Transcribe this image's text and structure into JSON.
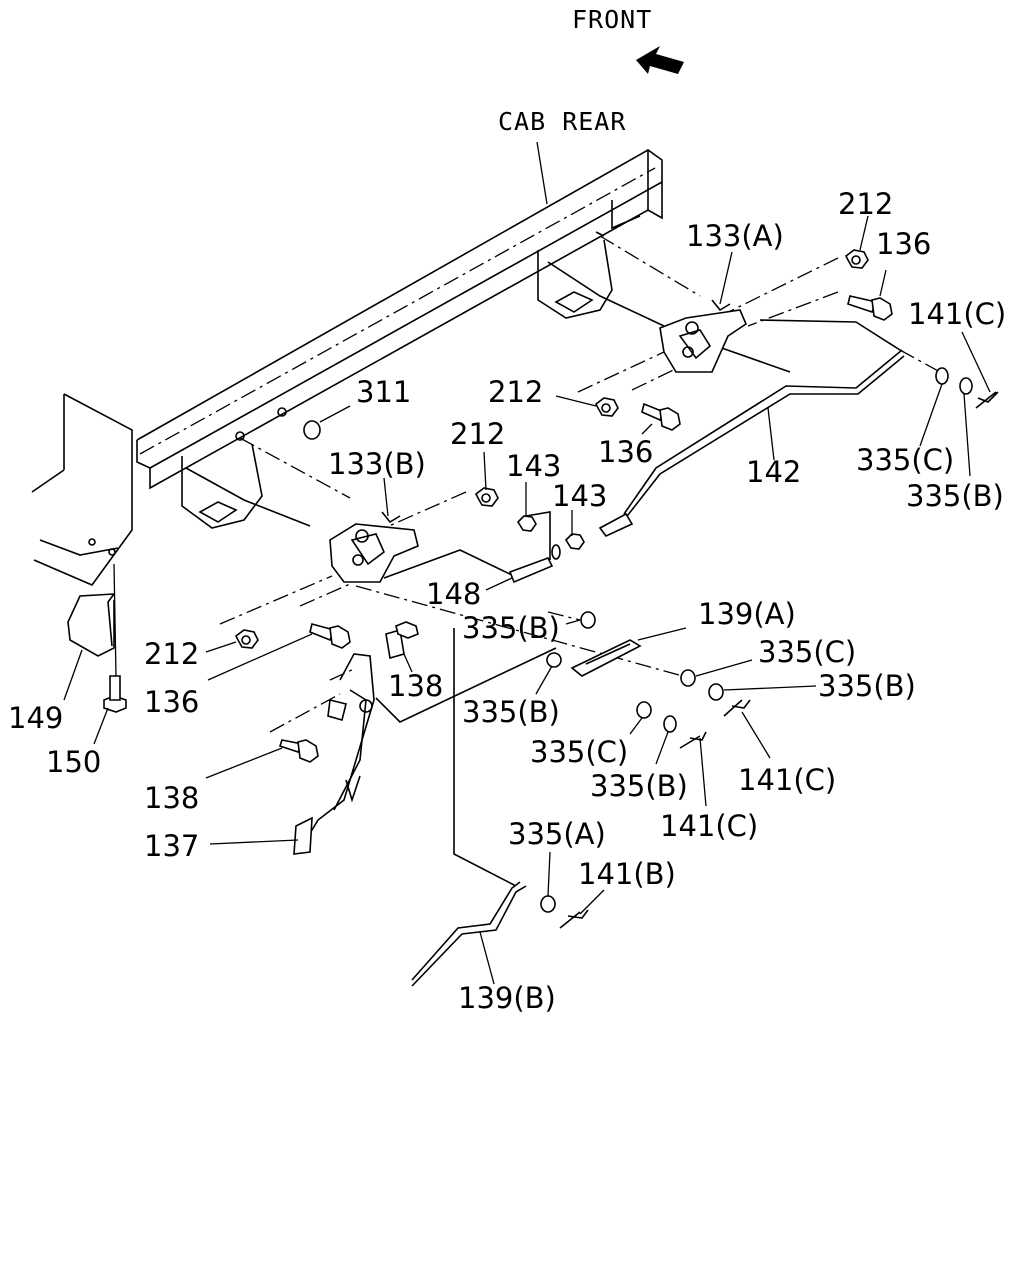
{
  "header": {
    "front": "FRONT",
    "cab_rear": "CAB REAR"
  },
  "callouts": {
    "p212a": "212",
    "p136a": "136",
    "p133a": "133(A)",
    "p141c_a": "141(C)",
    "p311": "311",
    "p212b": "212",
    "p136b": "136",
    "p142": "142",
    "p335c_a": "335(C)",
    "p335b_a": "335(B)",
    "p212c": "212",
    "p133b": "133(B)",
    "p143a": "143",
    "p143b": "143",
    "p148": "148",
    "p335b_b": "335(B)",
    "p139a": "139(A)",
    "p335c_b": "335(C)",
    "p212d": "212",
    "p136c": "136",
    "p138a": "138",
    "p335b_c": "335(B)",
    "p335b_d": "335(B)",
    "p149": "149",
    "p150": "150",
    "p335c_c": "335(C)",
    "p138b": "138",
    "p335b_e": "335(B)",
    "p141c_b": "141(C)",
    "p141c_c": "141(C)",
    "p137": "137",
    "p335a": "335(A)",
    "p141b": "141(B)",
    "p139b": "139(B)"
  }
}
